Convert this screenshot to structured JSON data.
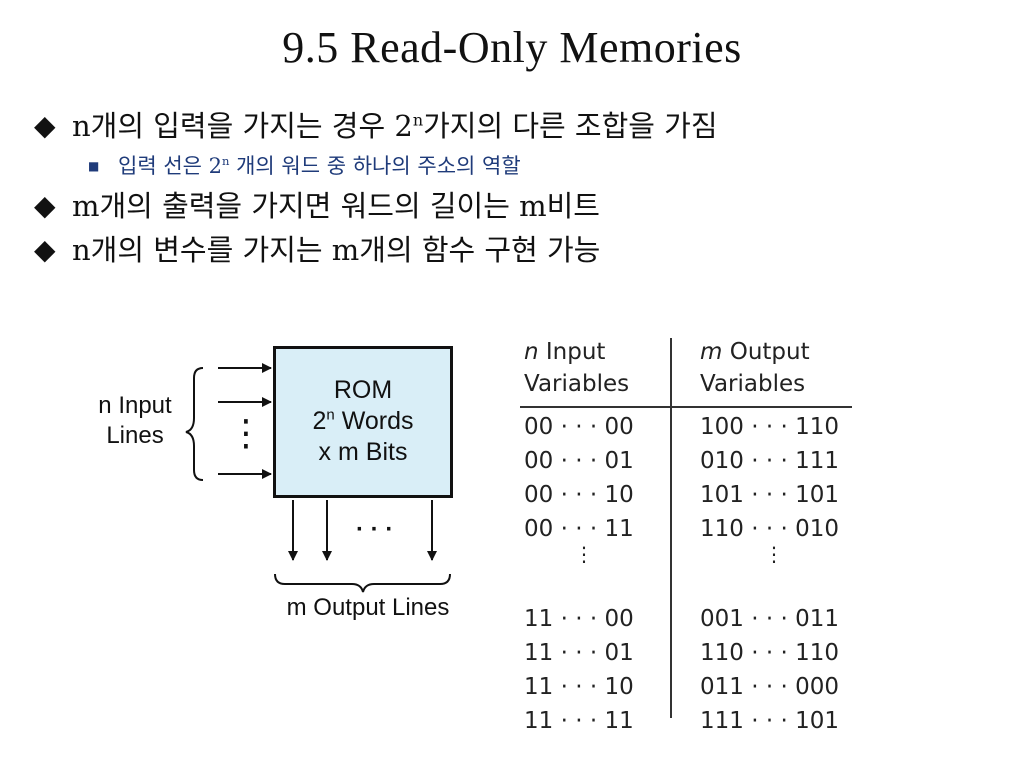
{
  "slide": {
    "title": "9.5 Read-Only Memories",
    "bullets": [
      {
        "text_before": "n개의 입력을 가지는 경우 2",
        "sup": "n",
        "text_after": "가지의 다른 조합을 가짐"
      },
      {
        "text_before": "m개의 출력을 가지면 워드의 길이는 m비트",
        "sup": "",
        "text_after": ""
      },
      {
        "text_before": "n개의 변수를 가지는 m개의 함수 구현 가능",
        "sup": "",
        "text_after": ""
      }
    ],
    "sub_bullet": {
      "text_before": "입력 선은 2",
      "sup": "n",
      "text_after": " 개의 워드 중 하나의 주소의 역할"
    },
    "bullet_symbol": "◆",
    "sub_bullet_symbol": "■",
    "accent_color": "#1f3b7a"
  },
  "diagram": {
    "rom_line1": "ROM",
    "rom_line2_base": "2",
    "rom_line2_sup": "n",
    "rom_line2_rest": " Words",
    "rom_line3": "x m Bits",
    "input_label_line1": "n Input",
    "input_label_line2": "Lines",
    "output_label": "m Output Lines",
    "rom_fill": "#d9eef7",
    "vertical_ellipsis": "⋮",
    "horizontal_ellipsis": "· · ·"
  },
  "table": {
    "left_header_var": "n",
    "left_header_rest": " Input",
    "left_header_line2": "Variables",
    "right_header_var": "m",
    "right_header_rest": " Output",
    "right_header_line2": "Variables",
    "rows_top": [
      {
        "in": "00 · · · 00",
        "out": "100 · · · 110"
      },
      {
        "in": "00 · · · 01",
        "out": "010 · · · 111"
      },
      {
        "in": "00 · · · 10",
        "out": "101 · · · 101"
      },
      {
        "in": "00 · · · 11",
        "out": "110 · · · 010"
      }
    ],
    "rows_bottom": [
      {
        "in": "11 · · · 00",
        "out": "001 · · · 011"
      },
      {
        "in": "11 · · · 01",
        "out": "110 · · · 110"
      },
      {
        "in": "11 · · · 10",
        "out": "011 · · · 000"
      },
      {
        "in": "11 · · · 11",
        "out": "111 · · · 101"
      }
    ],
    "vertical_ellipsis": "⋮"
  }
}
